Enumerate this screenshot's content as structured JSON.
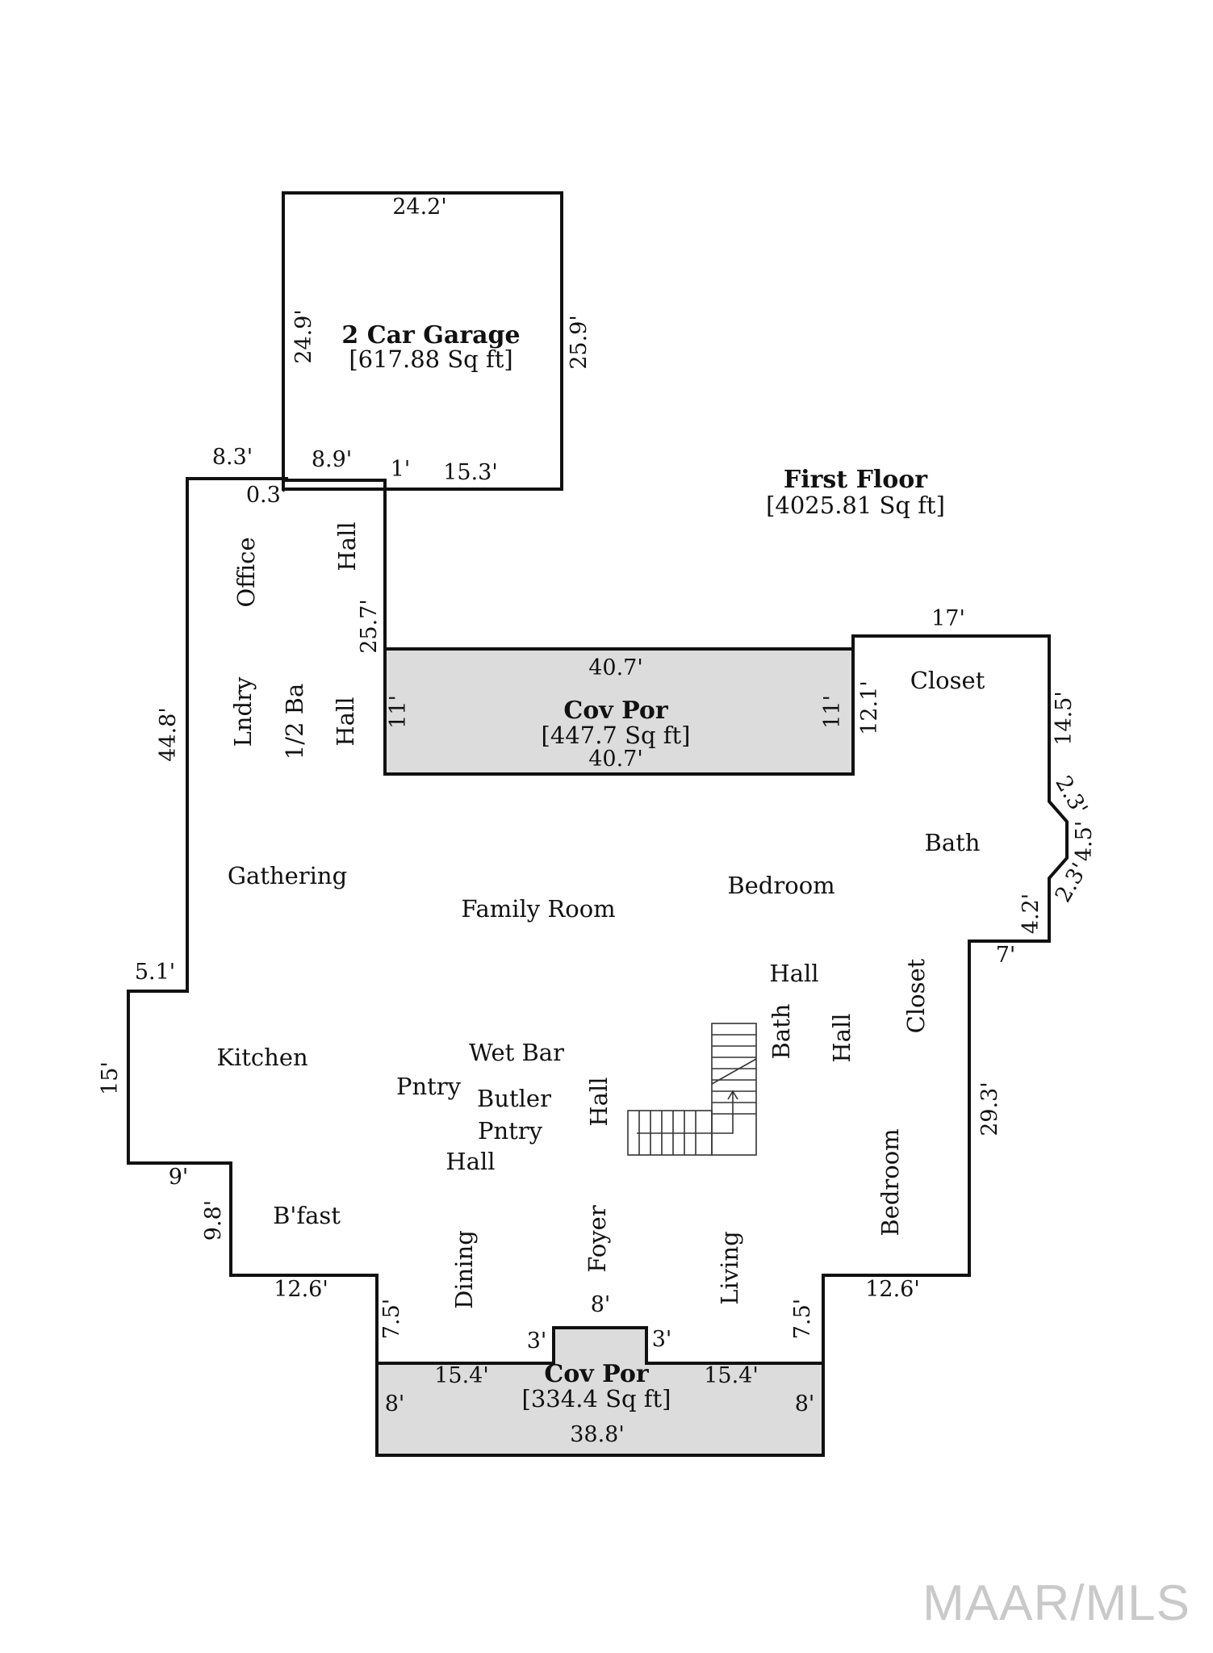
{
  "floor": {
    "title": "First Floor",
    "area": "[4025.81 Sq ft]"
  },
  "garage": {
    "title": "2 Car Garage",
    "area": "[617.88 Sq ft]"
  },
  "porch_top": {
    "title": "Cov Por",
    "area": "[447.7 Sq ft]"
  },
  "porch_bottom": {
    "title": "Cov Por",
    "area": "[334.4 Sq ft]"
  },
  "rooms": {
    "office": "Office",
    "hall_upper": "Hall",
    "lndry": "Lndry",
    "half_bath": "1/2 Ba",
    "hall_mid": "Hall",
    "closet_right": "Closet",
    "bath_right": "Bath",
    "gathering": "Gathering",
    "family_room": "Family Room",
    "bedroom_upper": "Bedroom",
    "hall_right": "Hall",
    "kitchen": "Kitchen",
    "wet_bar": "Wet Bar",
    "pntry": "Pntry",
    "butler": "Butler",
    "butler_pntry": "Pntry",
    "hall_center": "Hall",
    "hall_lower": "Hall",
    "bath_stair": "Bath",
    "hall_stair": "Hall",
    "closet_lower": "Closet",
    "bedroom_lower": "Bedroom",
    "bfast": "B'fast",
    "dining": "Dining",
    "foyer": "Foyer",
    "living": "Living"
  },
  "dims": {
    "g_top": "24.2'",
    "g_left": "24.9'",
    "g_right": "25.9'",
    "d_8_3": "8.3'",
    "d_8_9": "8.9'",
    "d_1": "1'",
    "d_15_3": "15.3'",
    "d_0_3": "0.3'",
    "d_25_7": "25.7'",
    "d_44_8": "44.8'",
    "cp_top": "40.7'",
    "cp_bottom": "40.7'",
    "cp_left": "11'",
    "cp_right": "11'",
    "d_12_1": "12.1'",
    "d_17": "17'",
    "d_14_5": "14.5'",
    "d_2_3a": "2.3'",
    "d_4_5": "4.5'",
    "d_2_3b": "2.3'",
    "d_4_2": "4.2'",
    "d_7": "7'",
    "d_5_1": "5.1'",
    "d_15": "15'",
    "d_29_3": "29.3'",
    "d_9": "9'",
    "d_9_8": "9.8'",
    "d_12_6_l": "12.6'",
    "d_12_6_r": "12.6'",
    "d_7_5_l": "7.5'",
    "d_7_5_r": "7.5'",
    "d_8_foyer": "8'",
    "d_3_l": "3'",
    "d_3_r": "3'",
    "bp_15_4_l": "15.4'",
    "bp_15_4_r": "15.4'",
    "bp_8_l": "8'",
    "bp_8_r": "8'",
    "bp_38_8": "38.8'"
  },
  "watermark": "MAAR/MLS"
}
